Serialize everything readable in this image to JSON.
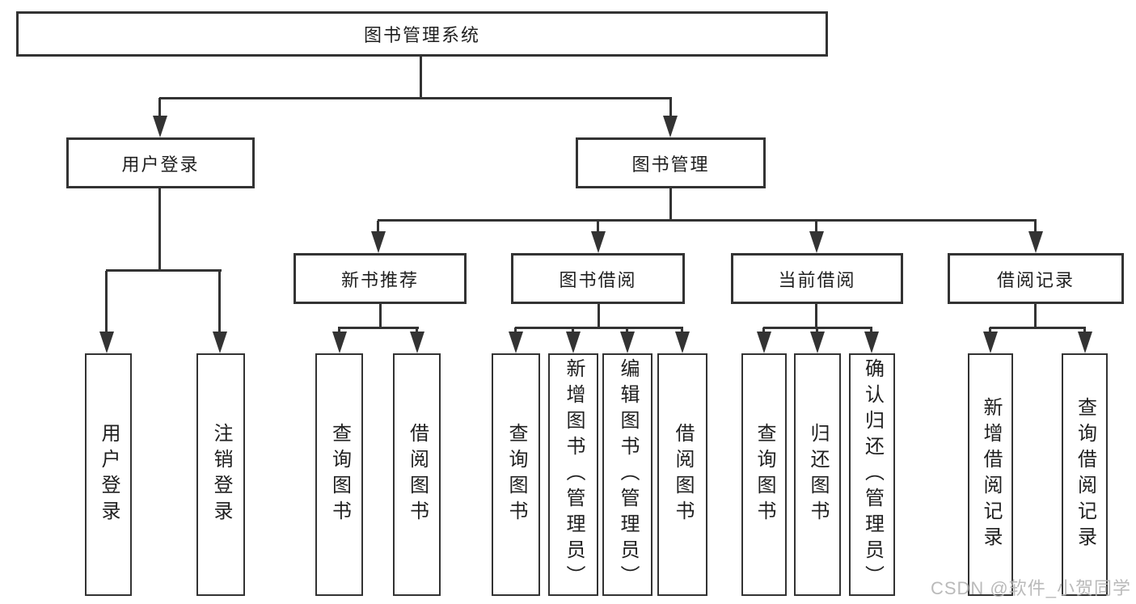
{
  "page": {
    "background": "#ffffff",
    "line_color": "#333333",
    "text_color": "#1f1f1f"
  },
  "tree": {
    "label": "图书管理系统",
    "children": [
      {
        "label": "用户登录",
        "children": [
          {
            "label": "用户登录"
          },
          {
            "label": "注销登录"
          }
        ]
      },
      {
        "label": "图书管理",
        "children": [
          {
            "label": "新书推荐",
            "children": [
              {
                "label": "查询图书"
              },
              {
                "label": "借阅图书"
              }
            ]
          },
          {
            "label": "图书借阅",
            "children": [
              {
                "label": "查询图书"
              },
              {
                "label": "新增图书（管理员）"
              },
              {
                "label": "编辑图书（管理员）"
              },
              {
                "label": "借阅图书"
              }
            ]
          },
          {
            "label": "当前借阅",
            "children": [
              {
                "label": "查询图书"
              },
              {
                "label": "归还图书"
              },
              {
                "label": "确认归还（管理员）"
              }
            ]
          },
          {
            "label": "借阅记录",
            "children": [
              {
                "label": "新增借阅记录"
              },
              {
                "label": "查询借阅记录"
              }
            ]
          }
        ]
      }
    ]
  },
  "watermark": {
    "text": "CSDN @软件_小贺同学",
    "color": "#b5b5b5"
  }
}
